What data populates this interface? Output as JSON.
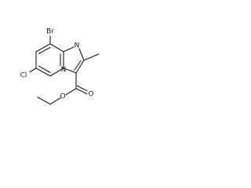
{
  "molecule": {
    "atoms": {
      "bromine": "Br",
      "chlorine": "Cl",
      "ring_nitrogen": "N",
      "bridgehead_nitrogen": "N",
      "carbonyl_oxygen": "O",
      "ester_oxygen": "O"
    }
  }
}
